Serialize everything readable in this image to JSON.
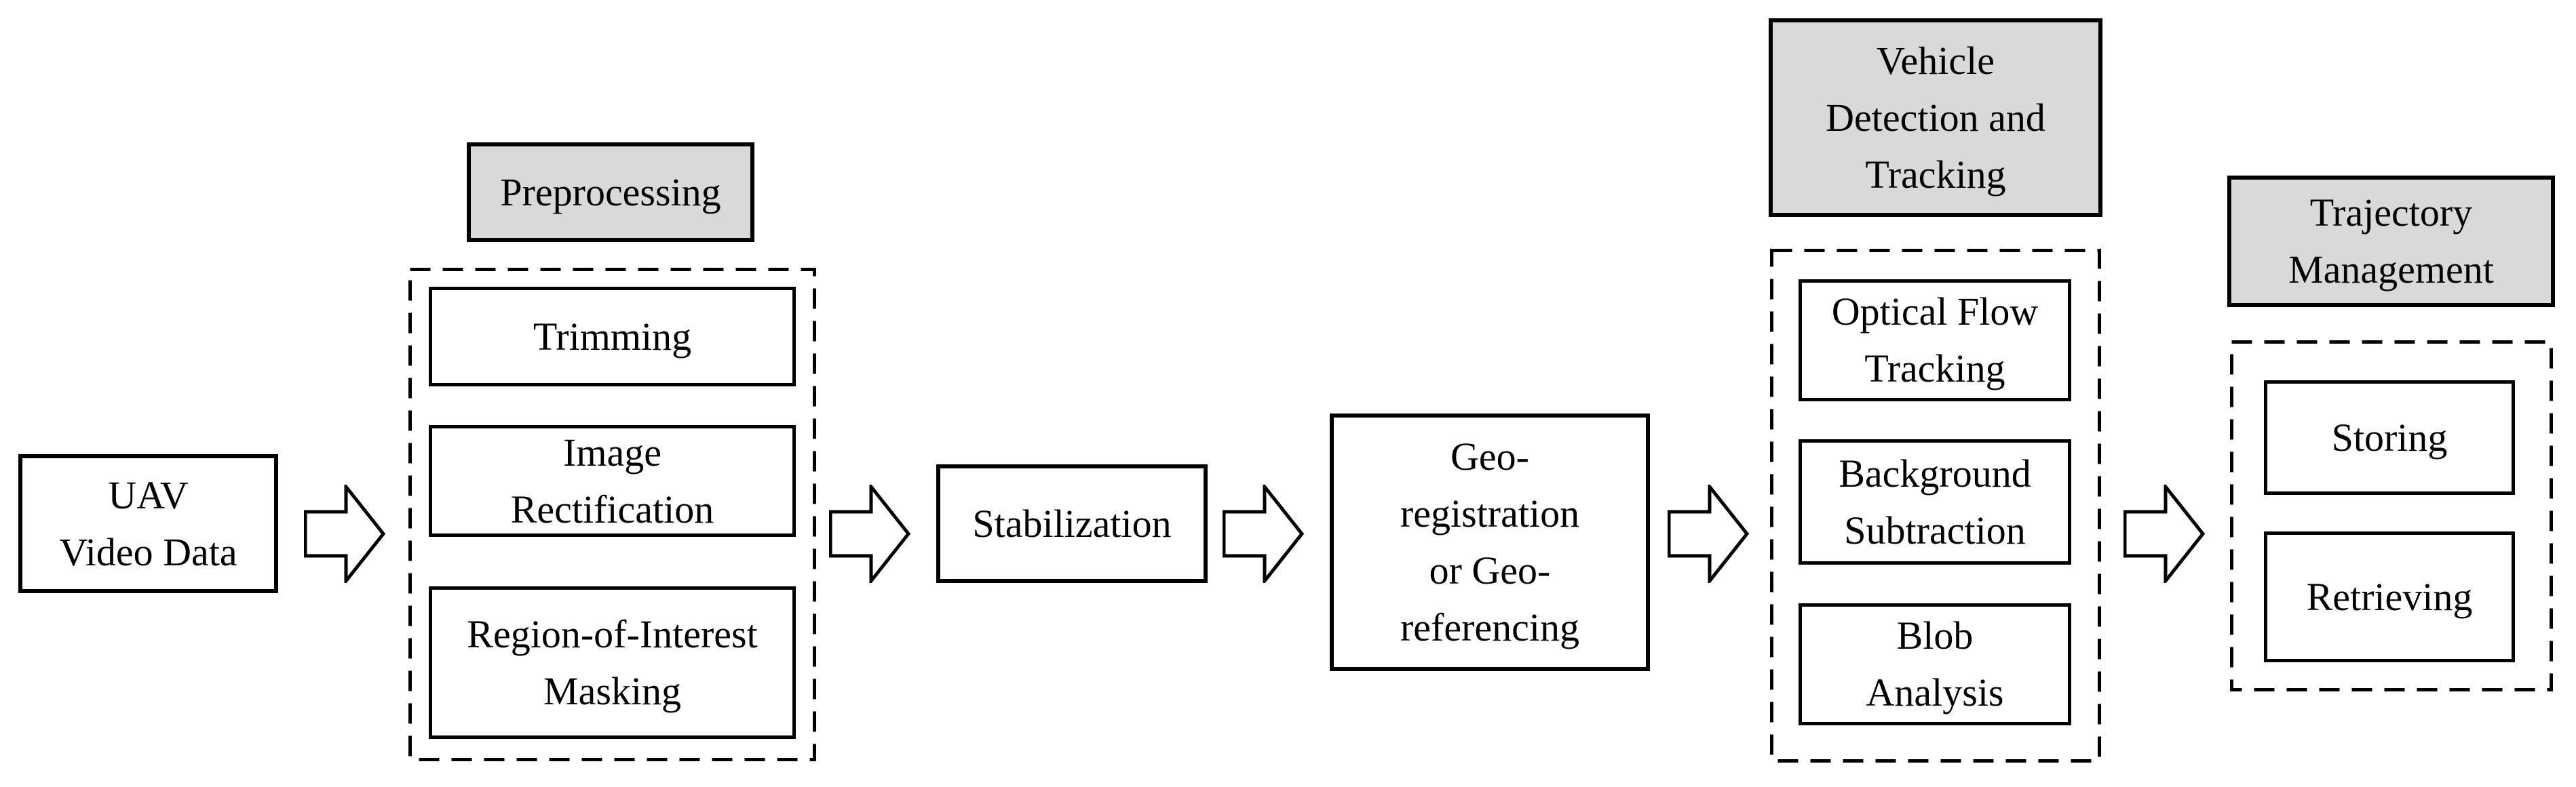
{
  "colors": {
    "header_fill": "#d9d9d9",
    "box_fill": "#ffffff",
    "line": "#000000"
  },
  "flow": {
    "uav": {
      "label": "UAV\nVideo Data"
    },
    "stabilization": {
      "label": "Stabilization"
    },
    "georegistration": {
      "label": "Geo-\nregistration\nor Geo-\nreferencing"
    },
    "arrow_icon": "right-block-arrow",
    "groups": {
      "preprocessing": {
        "header": "Preprocessing",
        "steps": [
          "Trimming",
          "Image\nRectification",
          "Region-of-Interest\nMasking"
        ]
      },
      "vehicle_detection": {
        "header": "Vehicle\nDetection and\nTracking",
        "steps": [
          "Optical Flow\nTracking",
          "Background\nSubtraction",
          "Blob\nAnalysis"
        ]
      },
      "trajectory": {
        "header": "Trajectory\nManagement",
        "steps": [
          "Storing",
          "Retrieving"
        ]
      }
    }
  }
}
